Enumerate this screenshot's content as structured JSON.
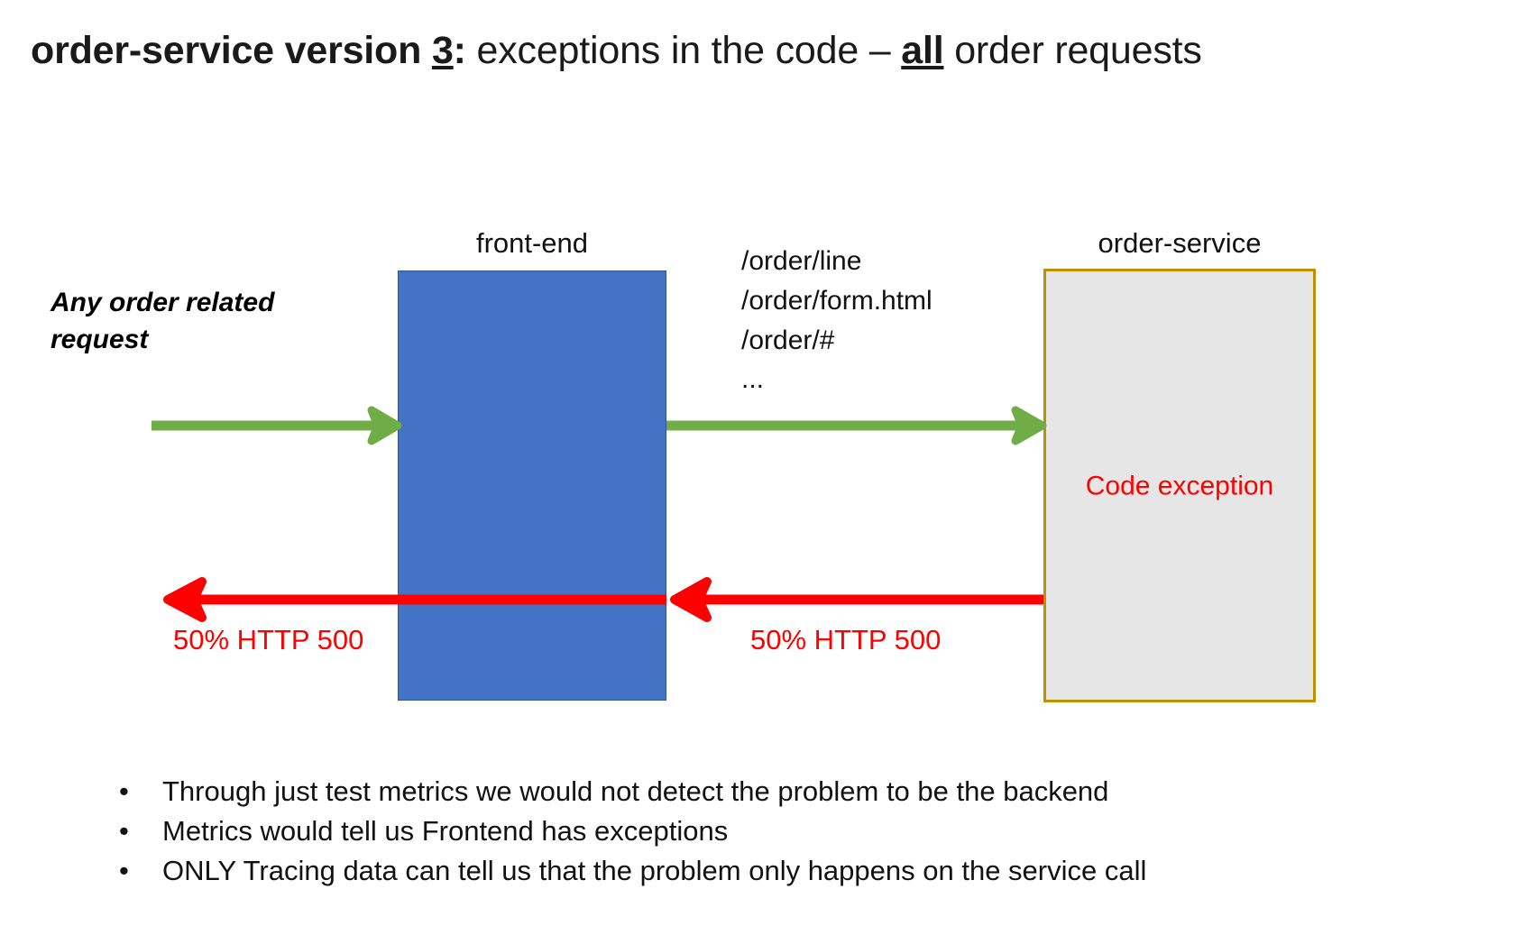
{
  "title": {
    "part1": "order-service version ",
    "part2": "3",
    "part3": ":",
    "part4": " exceptions in the code – ",
    "part5": "all",
    "part6": " order requests",
    "full": "order-service version 3: exceptions in the code – all order requests"
  },
  "diagram": {
    "left_caption": "Any order related request",
    "frontend": {
      "label": "front-end",
      "fill_color": "#4472C4",
      "border_color": "#2F5597"
    },
    "order_service": {
      "label": "order-service",
      "fill_color": "#E7E6E6",
      "border_color": "#BF9000",
      "inner_text": "Code exception",
      "inner_text_color": "#FF0000"
    },
    "url_list": [
      "/order/line",
      "/order/form.html",
      "/order/#",
      "..."
    ],
    "arrows": [
      {
        "name": "request-in",
        "direction": "right",
        "color": "#70AD47",
        "label": ""
      },
      {
        "name": "request-to-service",
        "direction": "right",
        "color": "#70AD47",
        "label": ""
      },
      {
        "name": "response-to-client",
        "direction": "left",
        "color": "#FF0000",
        "label": "50% HTTP 500"
      },
      {
        "name": "error-from-service",
        "direction": "left",
        "color": "#FF0000",
        "label": "50% HTTP 500"
      }
    ],
    "labels": {
      "http500_left": "50% HTTP 500",
      "http500_right": "50% HTTP 500"
    }
  },
  "bullets": [
    {
      "marker": "•",
      "text": "Through just test metrics we would not detect the problem to be the backend"
    },
    {
      "marker": "•",
      "text": "Metrics would tell us Frontend has exceptions"
    },
    {
      "marker": "•",
      "text": "ONLY Tracing data can tell us that the problem only happens on the service call"
    }
  ]
}
